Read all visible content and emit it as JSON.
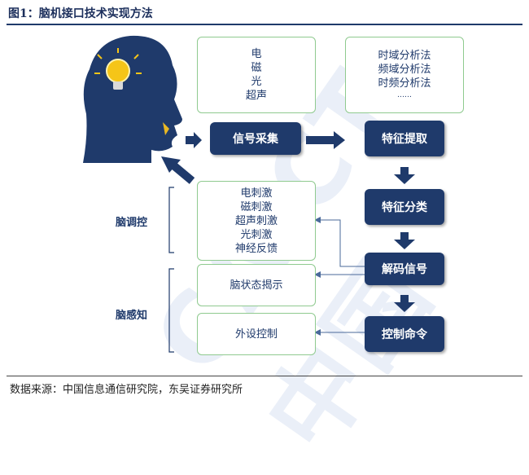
{
  "figure": {
    "title": "图1：脑机接口技术实现方法"
  },
  "source": "数据来源：中国信息通信研究院，东吴证券研究所",
  "watermark": "CAICT中国",
  "signal_types": [
    "电",
    "磁",
    "光",
    "超声"
  ],
  "analysis_methods": [
    "时域分析法",
    "频域分析法",
    "时频分析法",
    "……"
  ],
  "nodes": {
    "acquisition": "信号采集",
    "feature_extraction": "特征提取",
    "feature_classification": "特征分类",
    "decode": "解码信号",
    "control": "控制命令"
  },
  "regulation": {
    "label": "脑调控",
    "items": [
      "电刺激",
      "磁刺激",
      "超声刺激",
      "光刺激",
      "神经反馈"
    ]
  },
  "perception": {
    "label": "脑感知",
    "state_display": "脑状态揭示",
    "external_control": "外设控制"
  },
  "colors": {
    "navy": "#1f3a6b",
    "green_border": "#8fca8f",
    "bulb": "#f5c518"
  }
}
